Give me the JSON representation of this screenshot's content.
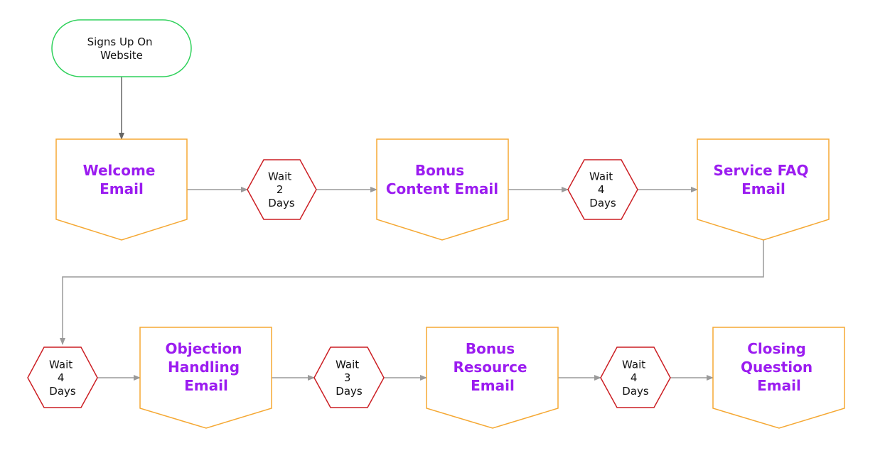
{
  "colors": {
    "start_border": "#2fd15b",
    "email_border": "#f5a833",
    "wait_border": "#cc1f24",
    "email_text": "#9b1cf0",
    "connector": "#9a9a9a"
  },
  "start": {
    "lines": [
      "Signs Up On",
      "Website"
    ]
  },
  "emails": [
    {
      "lines": [
        "Welcome",
        "Email"
      ]
    },
    {
      "lines": [
        "Bonus",
        "Content Email"
      ]
    },
    {
      "lines": [
        "Service FAQ",
        "Email"
      ]
    },
    {
      "lines": [
        "Objection",
        "Handling",
        "Email"
      ]
    },
    {
      "lines": [
        "Bonus",
        "Resource",
        "Email"
      ]
    },
    {
      "lines": [
        "Closing",
        "Question",
        "Email"
      ]
    }
  ],
  "waits": [
    {
      "lines": [
        "Wait",
        "2",
        "Days"
      ]
    },
    {
      "lines": [
        "Wait",
        "4",
        "Days"
      ]
    },
    {
      "lines": [
        "Wait",
        "4",
        "Days"
      ]
    },
    {
      "lines": [
        "Wait",
        "3",
        "Days"
      ]
    },
    {
      "lines": [
        "Wait",
        "4",
        "Days"
      ]
    }
  ]
}
